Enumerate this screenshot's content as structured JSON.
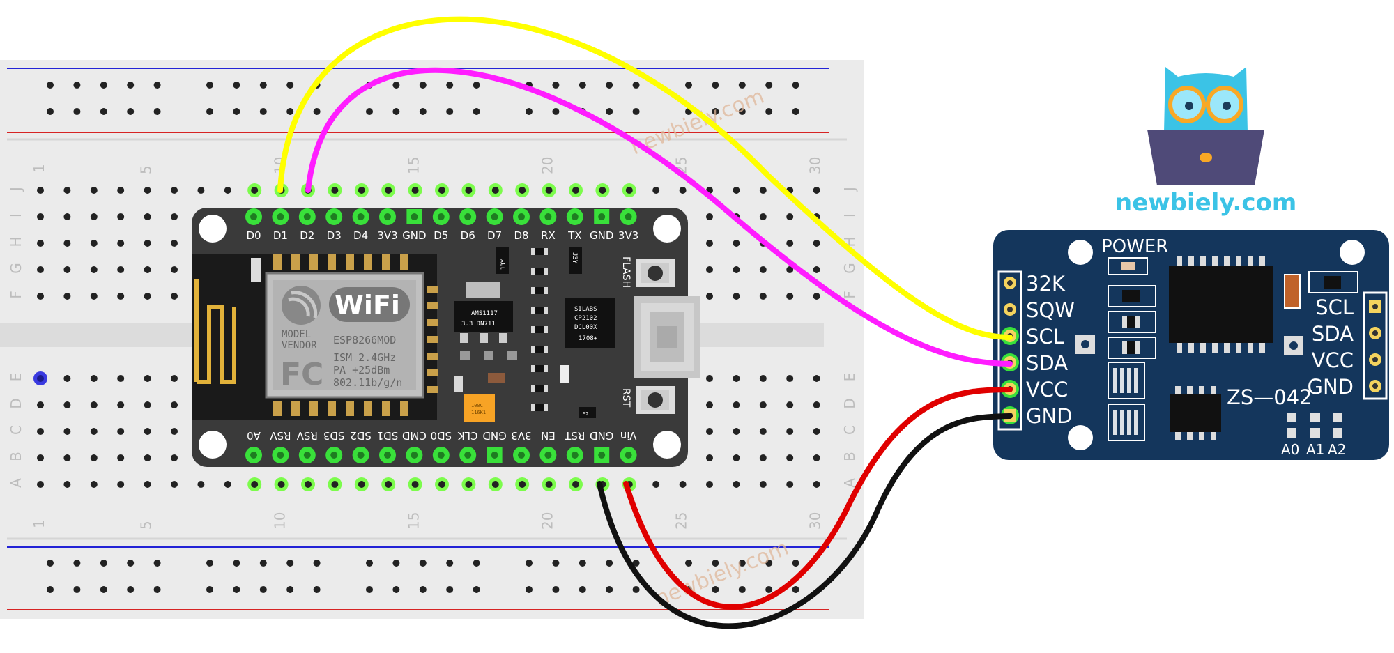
{
  "brand": {
    "name": "newbiely.com",
    "watermark": "newbiely.com",
    "colors": {
      "cyan": "#3bc3e6",
      "laptop": "#4f4a78",
      "orange": "#f9a825"
    }
  },
  "breadboard": {
    "column_labels": [
      "1",
      "5",
      "10",
      "15",
      "20",
      "25",
      "30"
    ],
    "row_labels_top": [
      "J",
      "I",
      "H",
      "G",
      "F"
    ],
    "row_labels_bottom": [
      "E",
      "D",
      "C",
      "B",
      "A"
    ],
    "colors": {
      "body": "#ebebeb",
      "rail_blue": "#2323d6",
      "rail_red": "#d62323",
      "hole": "#222222",
      "connected": "#7cfc4c"
    }
  },
  "esp8266": {
    "top_pins": [
      "D0",
      "D1",
      "D2",
      "D3",
      "D4",
      "3V3",
      "GND",
      "D5",
      "D6",
      "D7",
      "D8",
      "RX",
      "TX",
      "GND",
      "3V3"
    ],
    "bottom_pins": [
      "A0",
      "RSV",
      "RSV",
      "SD3",
      "SD2",
      "SD1",
      "CMD",
      "SD0",
      "CLK",
      "GND",
      "3V3",
      "EN",
      "RST",
      "GND",
      "Vin"
    ],
    "module": {
      "wifi_logo": "WiFi",
      "model": "MODEL",
      "vendor": "VENDOR",
      "model_name": "ESP8266MOD",
      "fcc": "FC",
      "ism": "ISM 2.4GHz",
      "pa": "PA  +25dBm",
      "std": "802.11b/g/n"
    },
    "regulator": [
      "AMS1117",
      "3.3  DN711"
    ],
    "usb_chip": [
      "SILABS",
      "CP2102",
      "DCL00X",
      "1708+"
    ],
    "flash_label": "FLASH",
    "rst_label": "RST",
    "cap_label": [
      "100C",
      "116K1"
    ],
    "part_j3y": "J3Y",
    "part_52": "S2"
  },
  "rtc": {
    "title": "POWER",
    "left_pins": [
      "32K",
      "SQW",
      "SCL",
      "SDA",
      "VCC",
      "GND"
    ],
    "right_pins": [
      "SCL",
      "SDA",
      "VCC",
      "GND"
    ],
    "model": "ZS—042",
    "addr_labels": [
      "A0",
      "A1",
      "A2"
    ],
    "colors": {
      "board": "#14365c"
    }
  },
  "wires": [
    {
      "from": "ESP8266 D1",
      "to": "RTC SCL",
      "color": "#ffff00"
    },
    {
      "from": "ESP8266 D2",
      "to": "RTC SDA",
      "color": "#ff1dff"
    },
    {
      "from": "ESP8266 Vin",
      "to": "RTC VCC",
      "color": "#e00000"
    },
    {
      "from": "ESP8266 GND",
      "to": "RTC GND",
      "color": "#111111"
    }
  ]
}
